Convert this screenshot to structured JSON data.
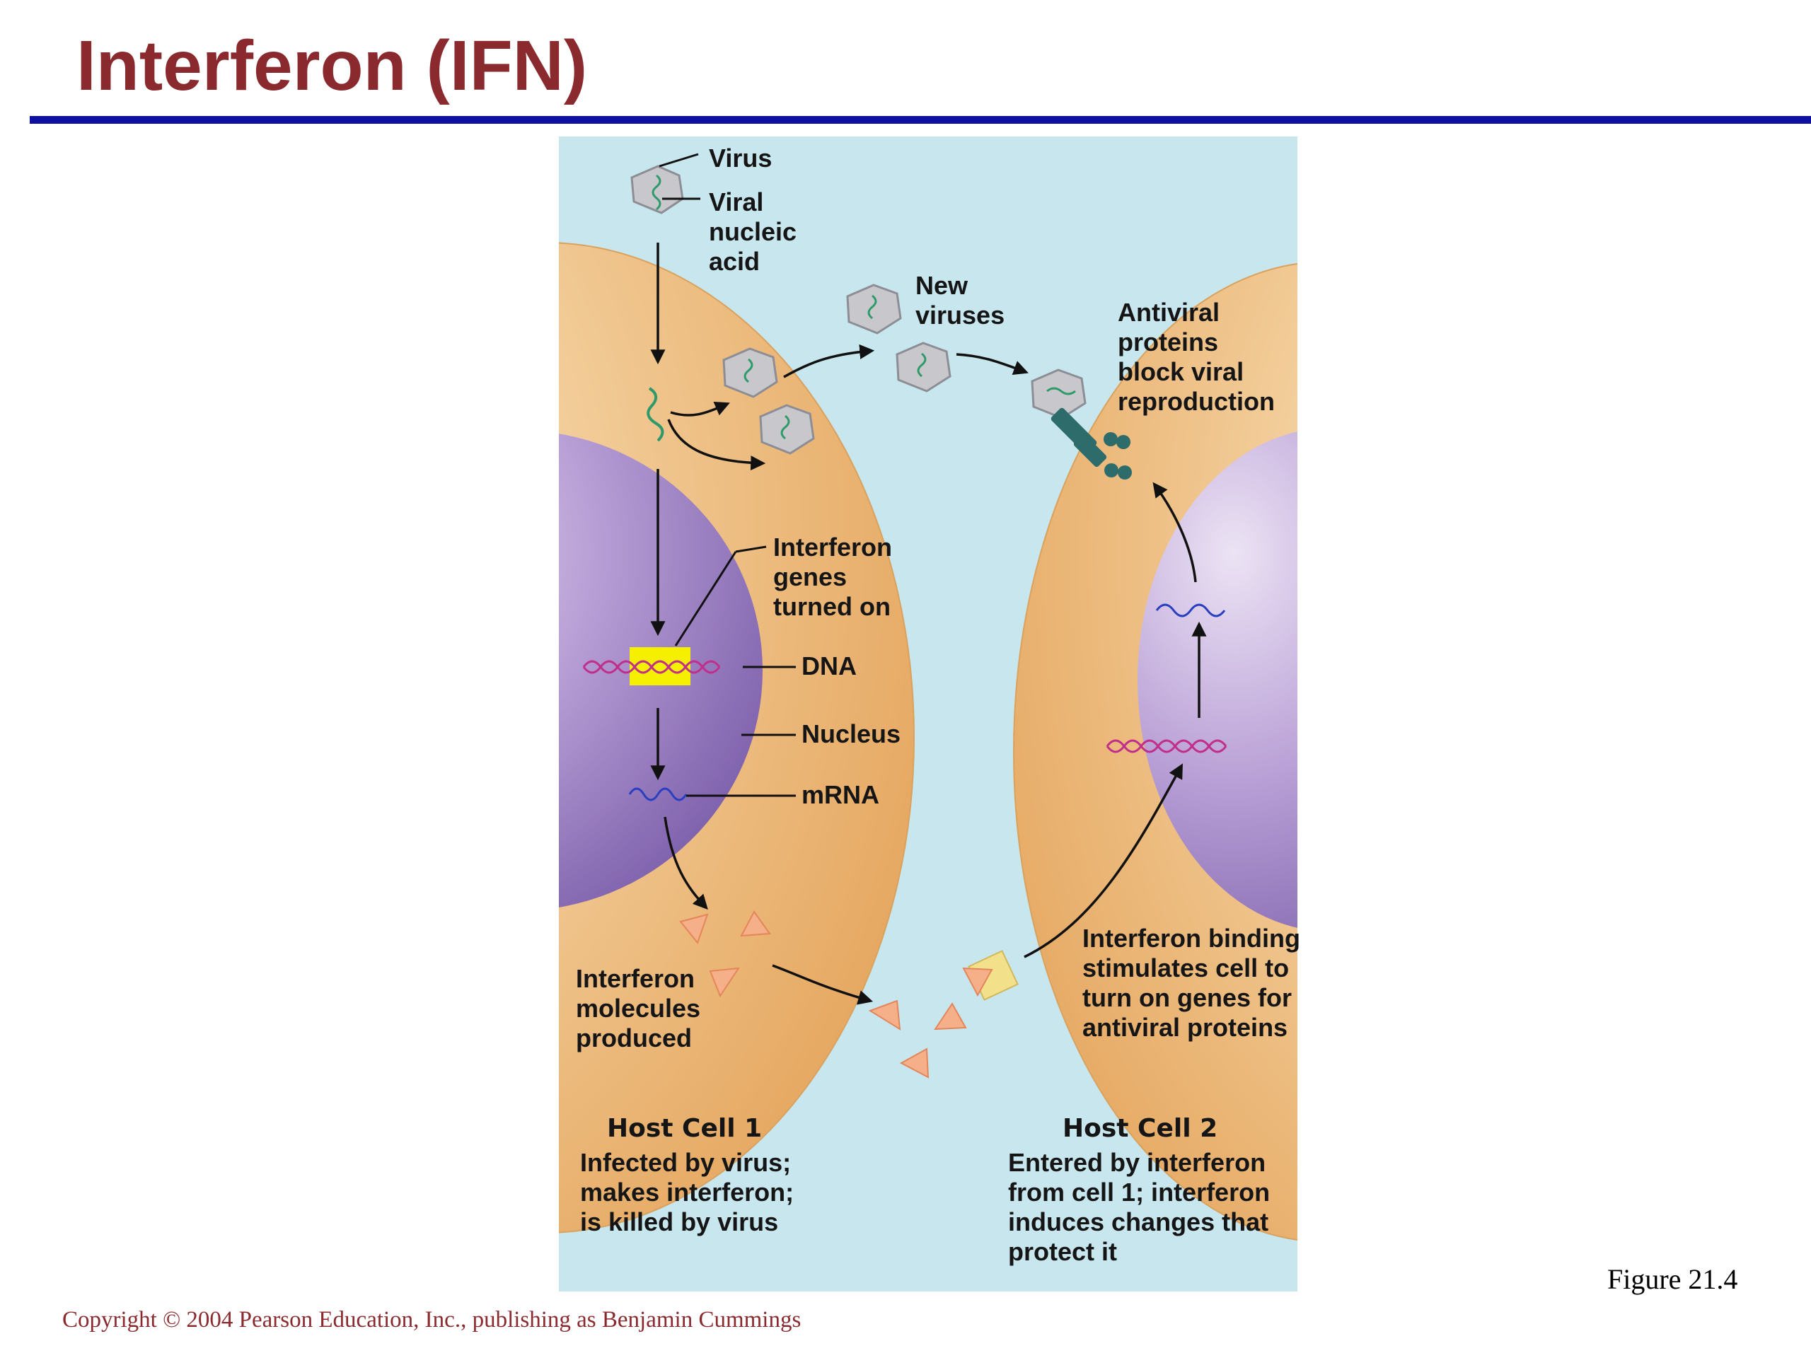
{
  "slide": {
    "title": "Interferon (IFN)",
    "figure_label": "Figure 21.4",
    "copyright": "Copyright © 2004 Pearson Education, Inc., publishing as Benjamin Cummings"
  },
  "diagram": {
    "labels": {
      "virus": "Virus",
      "viral_nucleic_acid": "Viral\nnucleic\nacid",
      "new_viruses": "New\nviruses",
      "antiviral_proteins": "Antiviral\nproteins\nblock viral\nreproduction",
      "interferon_genes": "Interferon\ngenes\nturned on",
      "dna": "DNA",
      "nucleus": "Nucleus",
      "mrna": "mRNA",
      "interferon_molecules": "Interferon\nmolecules\nproduced",
      "interferon_binding": "Interferon binding\nstimulates cell to\nturn on genes for\nantiviral proteins"
    },
    "host_cell_1": {
      "title": "Host Cell 1",
      "description": "Infected by virus;\nmakes interferon;\nis killed by virus"
    },
    "host_cell_2": {
      "title": "Host Cell 2",
      "description": "Entered by interferon\nfrom cell 1; interferon\ninduces changes that\nprotect it"
    },
    "colors": {
      "background": "#c8e6ee",
      "cytoplasm": "#edb877",
      "nucleus": "#9a7fc0",
      "dna_highlight": "#f5f000",
      "dna_strand": "#c0308a",
      "mrna": "#2a3fc0",
      "interferon": "#f5b08a",
      "antiviral": "#2e6b6b",
      "virus": "#c8c8cc",
      "title": "#8b2a2e",
      "rule": "#1010a0"
    }
  }
}
